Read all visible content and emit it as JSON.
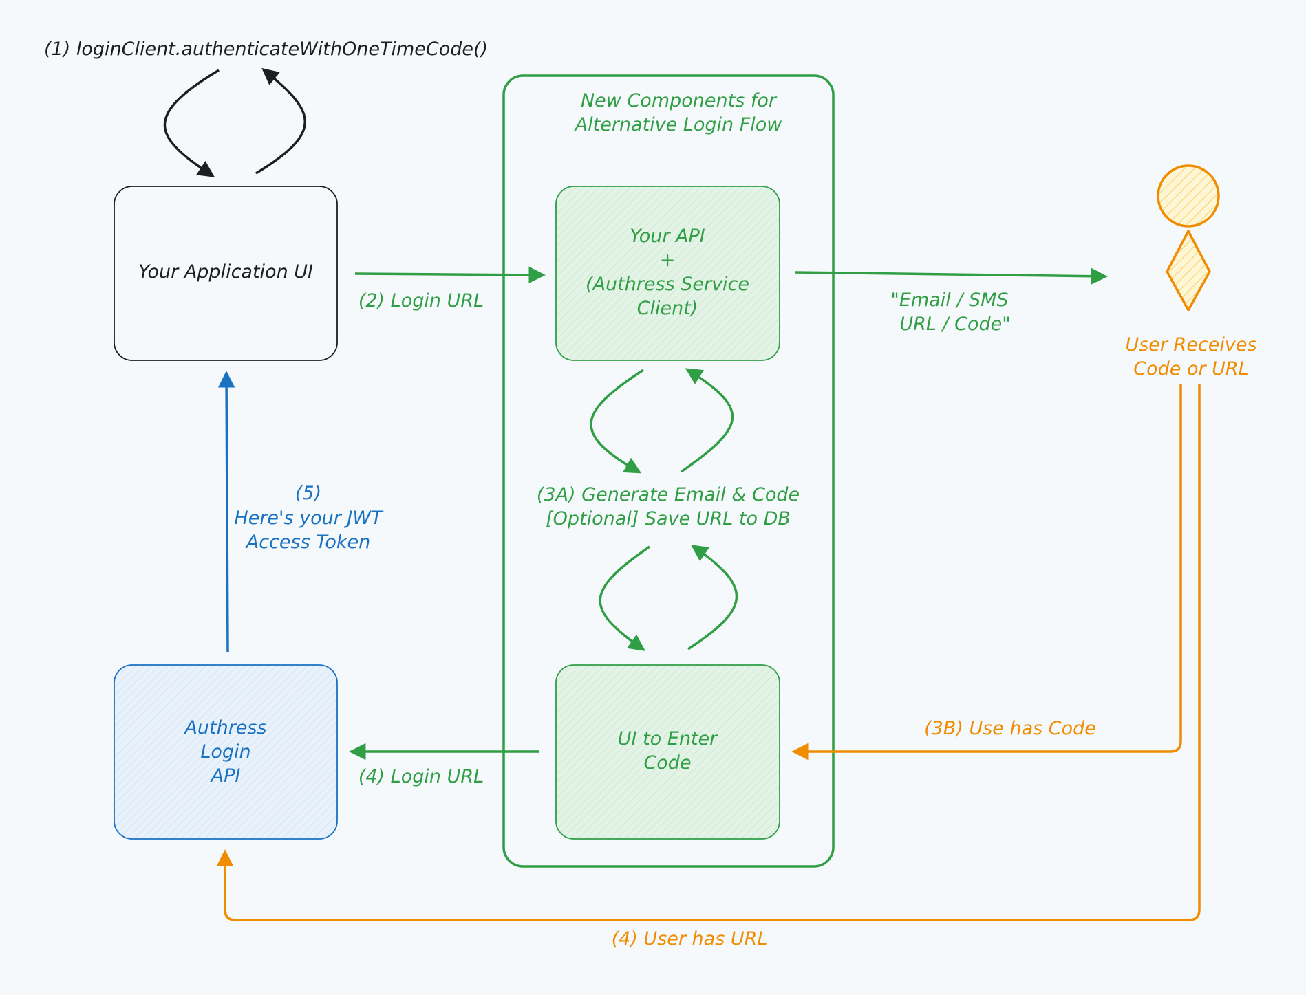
{
  "colors": {
    "background": "#f5f9fc",
    "black": "#1e1e1e",
    "green": "#2f9e44",
    "green_fill": "#e3f3e6",
    "blue": "#1971c2",
    "blue_fill": "#e7f0fa",
    "orange": "#f08c00",
    "orange_fill": "#fdf2c4"
  },
  "step1": {
    "label": "(1) loginClient.authenticateWithOneTimeCode()"
  },
  "app_ui": {
    "label": "Your Application UI"
  },
  "group": {
    "title_line1": "New Components for",
    "title_line2": "Alternative Login Flow"
  },
  "your_api": {
    "line1": "Your API",
    "line2": "+",
    "line3": "(Authress Service",
    "line4": "Client)"
  },
  "step2": {
    "label": "(2) Login URL"
  },
  "email_sms": {
    "line1": "\"Email / SMS",
    "line2": "URL / Code\""
  },
  "user": {
    "line1": "User Receives",
    "line2": "Code or URL",
    "icon": "person-icon"
  },
  "step3a": {
    "line1": "(3A) Generate Email & Code",
    "line2": "[Optional] Save URL to DB"
  },
  "step5": {
    "line1": "(5)",
    "line2": "Here's your JWT",
    "line3": "Access Token"
  },
  "login_api": {
    "line1": "Authress",
    "line2": "Login",
    "line3": "API"
  },
  "enter_code": {
    "line1": "UI to Enter",
    "line2": "Code"
  },
  "step3b": {
    "label": "(3B) Use has Code"
  },
  "step4_code": {
    "label": "(4) Login URL"
  },
  "step4_url": {
    "label": "(4) User has URL"
  }
}
